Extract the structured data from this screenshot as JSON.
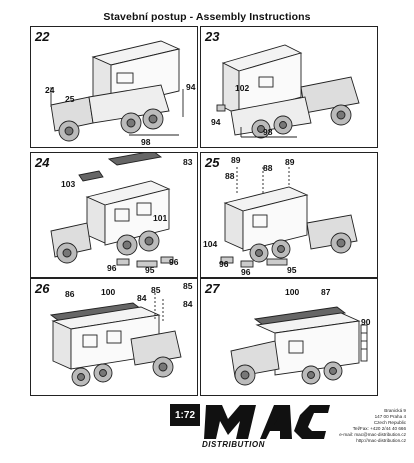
{
  "title": "Stavební postup - Assembly Instructions",
  "steps": [
    {
      "number": "22",
      "labels": [
        "24",
        "25",
        "94",
        "98"
      ]
    },
    {
      "number": "23",
      "labels": [
        "102",
        "94",
        "98"
      ]
    },
    {
      "number": "24",
      "labels": [
        "83",
        "103",
        "101",
        "96",
        "95",
        "96"
      ]
    },
    {
      "number": "25",
      "labels": [
        "89",
        "88",
        "88",
        "89",
        "104",
        "96",
        "96",
        "95"
      ]
    },
    {
      "number": "26",
      "labels": [
        "86",
        "100",
        "85",
        "84",
        "85",
        "84"
      ]
    },
    {
      "number": "27",
      "labels": [
        "100",
        "87",
        "90"
      ]
    }
  ],
  "brand": {
    "scale": "1:72",
    "logo_text": "MAC",
    "name": "DISTRIBUTION",
    "address_lines": [
      "Branická 9",
      "147 00 Praha 4",
      "Czech Republic",
      "Tel/Fax: +420 2/44 40 666",
      "e-mail: mac@mac-distribution.cz",
      "http://mac-distribution.cz"
    ]
  }
}
